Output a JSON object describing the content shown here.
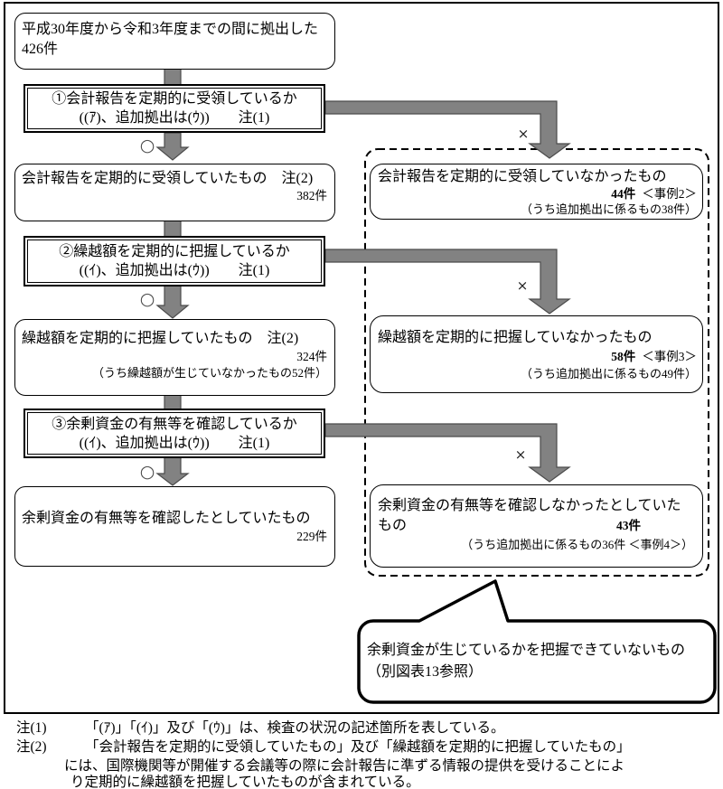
{
  "flow": {
    "root_box": {
      "line1": "平成30年度から令和3年度までの間に拠出した",
      "count": "426件"
    },
    "yes_label": "○",
    "no_label": "×",
    "decisions": [
      {
        "line1": "①会計報告を定期的に受領しているか",
        "line2": "((ｱ)、追加拠出は(ｳ))　　注(1)"
      },
      {
        "line1": "②繰越額を定期的に把握しているか",
        "line2": "((ｲ)、追加拠出は(ｳ))　　注(1)"
      },
      {
        "line1": "③余剰資金の有無等を確認しているか",
        "line2": "((ｲ)、追加拠出は(ｳ))　　注(1)"
      }
    ],
    "left_results": [
      {
        "title": "会計報告を定期的に受領していたもの　注(2)",
        "count": "382件"
      },
      {
        "title": "繰越額を定期的に把握していたもの　注(2)",
        "count": "324件",
        "note": "（うち繰越額が生じていなかったもの52件）"
      },
      {
        "title": "余剰資金の有無等を確認したとしていたもの",
        "count": "229件"
      }
    ],
    "right_results": [
      {
        "title": "会計報告を定期的に受領していなかったもの",
        "count": "44件",
        "case": "＜事例2＞",
        "note": "（うち追加拠出に係るもの38件）"
      },
      {
        "title": "繰越額を定期的に把握していなかったもの",
        "count": "58件",
        "case": "＜事例3＞",
        "note": "（うち追加拠出に係るもの49件）"
      },
      {
        "title_line1": "余剰資金の有無等を確認しなかったとしていた",
        "title_line2": "もの",
        "count": "43件",
        "note": "（うち追加拠出に係るもの36件 ＜事例4＞）"
      }
    ],
    "callout": {
      "line1": "余剰資金が生じているかを把握できていないもの",
      "line2": "（別図表13参照）"
    },
    "notes": {
      "n1_label": "注(1)",
      "n1_text": "「(ｱ)」「(ｲ)」及び「(ｳ)」は、検査の状況の記述箇所を表している。",
      "n2_label": "注(2)",
      "n2_line1": "「会計報告を定期的に受領していたもの」及び「繰越額を定期的に把握していたもの」",
      "n2_line2": "には、国際機関等が開催する会議等の際に会計報告に準ずる情報の提供を受けることによ",
      "n2_line3": "り定期的に繰越額を把握していたものが含まれている。"
    },
    "colors": {
      "arrow_fill": "#828282",
      "arrow_stroke": "#4b4b4b",
      "line": "#000000"
    }
  }
}
